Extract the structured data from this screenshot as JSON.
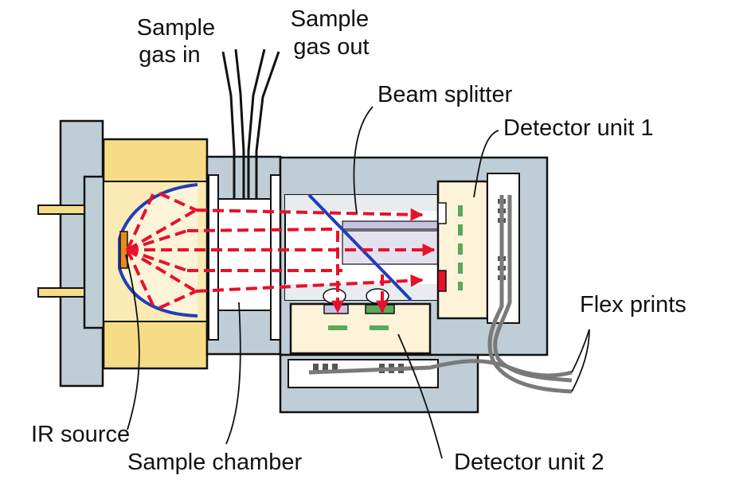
{
  "labels": {
    "sample_gas_in": [
      "Sample",
      "gas in"
    ],
    "sample_gas_out": [
      "Sample",
      "gas out"
    ],
    "beam_splitter": "Beam splitter",
    "detector_unit_1": "Detector unit 1",
    "flex_prints": "Flex prints",
    "ir_source": "IR source",
    "sample_chamber": "Sample chamber",
    "detector_unit_2": "Detector unit 2"
  },
  "colors": {
    "housing": "#bfced6",
    "source_block": "#f6dc86",
    "source_inner": "#fbeab4",
    "cream": "#fdf3d8",
    "beam": "#e8102a",
    "reflector": "#1f3fb8",
    "filter_green": "#5aa85a",
    "flex": "#7a7a7a",
    "emitter": "#e88a1a",
    "filter_lilac": "#c8c3e0"
  }
}
